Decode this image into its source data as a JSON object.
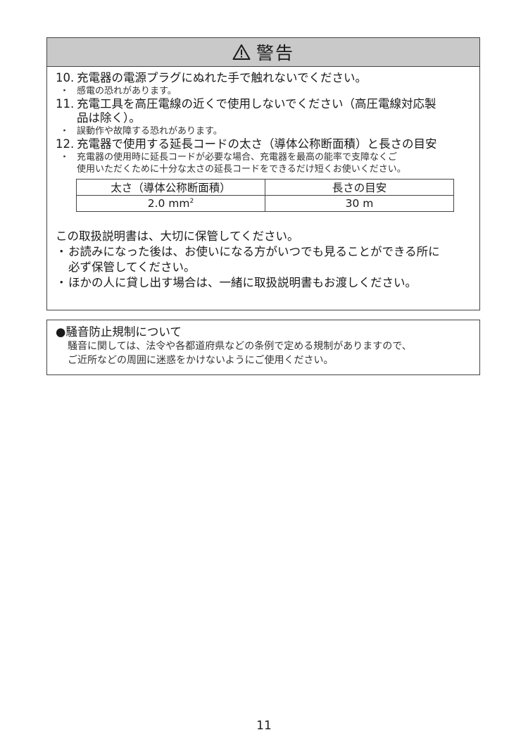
{
  "warning": {
    "title": "警告",
    "items": [
      {
        "num": "10.",
        "lines": [
          "充電器の電源プラグにぬれた手で触れないでください。"
        ],
        "note_lines": [
          "感電の恐れがあります。"
        ]
      },
      {
        "num": "11.",
        "lines": [
          "充電工具を高圧電線の近くで使用しないでください（高圧電線対応製",
          "品は除く）。"
        ],
        "note_lines": [
          "誤動作や故障する恐れがあります。"
        ]
      },
      {
        "num": "12.",
        "lines": [
          "充電器で使用する延長コードの太さ（導体公称断面積）と長さの目安"
        ],
        "note_lines": [
          "充電器の使用時に延長コードが必要な場合、充電器を最高の能率で支障なくご",
          "使用いただくために十分な太さの延長コードをできるだけ短くお使いください。"
        ]
      }
    ],
    "bullet": "・",
    "table": {
      "headers": [
        "太さ（導体公称断面積）",
        "長さの目安"
      ],
      "size_value": "2.0 mm",
      "size_sup": "2",
      "length_value": "30 m"
    },
    "manual": {
      "intro": "この取扱説明書は、大切に保管してください。",
      "bullets": [
        [
          "お読みになった後は、お使いになる方がいつでも見ることができる所に",
          "必ず保管してください。"
        ],
        [
          "ほかの人に貸し出す場合は、一緒に取扱説明書もお渡しください。"
        ]
      ]
    }
  },
  "noise": {
    "title": "●騒音防止規制について",
    "lines": [
      "騒音に関しては、法令や各都道府県などの条例で定める規制がありますので、",
      "ご近所などの周囲に迷惑をかけないようにご使用ください。"
    ]
  },
  "page_number": "11"
}
